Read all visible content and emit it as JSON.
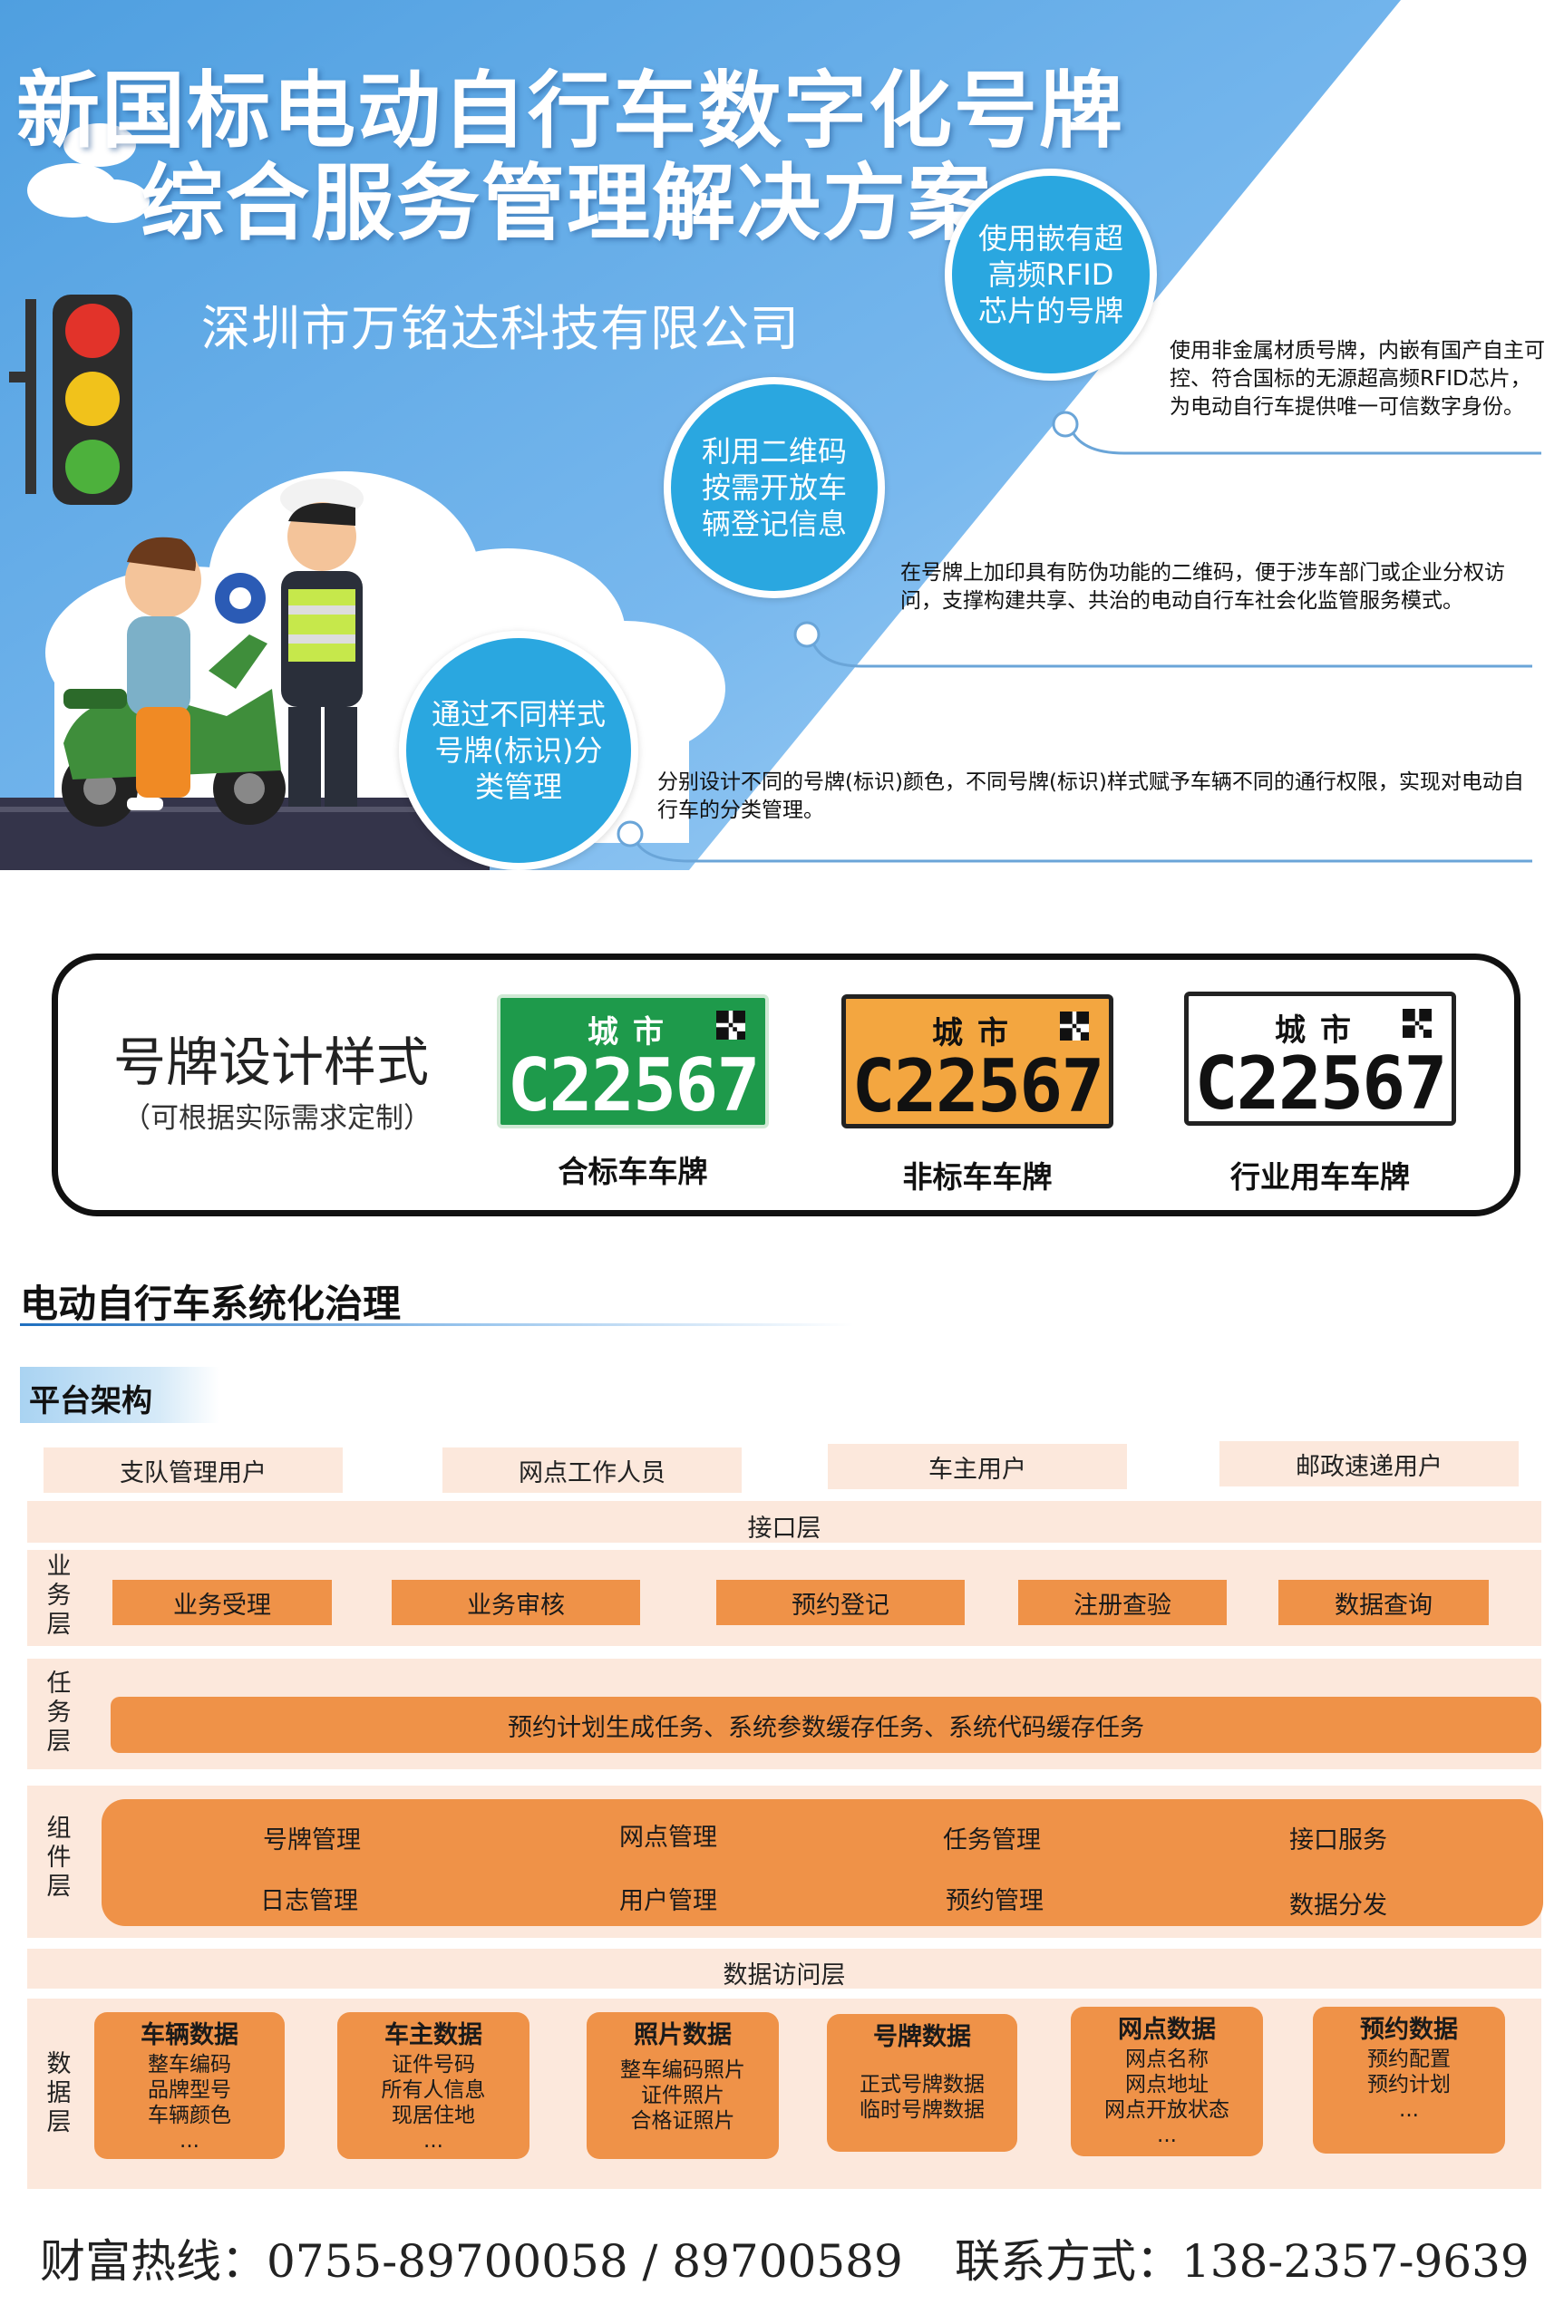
{
  "hero": {
    "title_line1": "新国标电动自行车数字化号牌",
    "title_line2": "综合服务管理解决方案",
    "company": "深圳市万铭达科技有限公司",
    "features": [
      {
        "circle": "使用嵌有超高频RFID芯片的号牌",
        "desc": "使用非金属材质号牌，内嵌有国产自主可控、符合国标的无源超高频RFID芯片，为电动自行车提供唯一可信数字身份。"
      },
      {
        "circle": "利用二维码按需开放车辆登记信息",
        "desc": "在号牌上加印具有防伪功能的二维码，便于涉车部门或企业分权访问，支撑构建共享、共治的电动自行车社会化监管服务模式。"
      },
      {
        "circle": "通过不同样式号牌(标识)分类管理",
        "desc": "分别设计不同的号牌(标识)颜色，不同号牌(标识)样式赋予车辆不同的通行权限，实现对电动自行车的分类管理。"
      }
    ]
  },
  "plates": {
    "heading": "号牌设计样式",
    "subheading": "（可根据实际需求定制）",
    "items": [
      {
        "city": "城市",
        "number": "C22567",
        "label": "合标车车牌",
        "bg": "#1e9a4b",
        "fg": "#ffffff"
      },
      {
        "city": "城市",
        "number": "C22567",
        "label": "非标车车牌",
        "bg": "#f3a640",
        "fg": "#111111"
      },
      {
        "city": "城市",
        "number": "C22567",
        "label": "行业用车车牌",
        "bg": "#ffffff",
        "fg": "#111111"
      }
    ]
  },
  "governance": {
    "title": "电动自行车系统化治理",
    "arch_tag": "平台架构",
    "users": [
      "支队管理用户",
      "网点工作人员",
      "车主用户",
      "邮政速递用户"
    ],
    "interface_layer": "接口层",
    "business": {
      "label": "业务层",
      "items": [
        "业务受理",
        "业务审核",
        "预约登记",
        "注册查验",
        "数据查询"
      ]
    },
    "task": {
      "label": "任务层",
      "text": "预约计划生成任务、系统参数缓存任务、系统代码缓存任务"
    },
    "component": {
      "label": "组件层",
      "row1": [
        "号牌管理",
        "网点管理",
        "任务管理",
        "接口服务"
      ],
      "row2": [
        "日志管理",
        "用户管理",
        "预约管理",
        "数据分发"
      ]
    },
    "data_access_layer": "数据访问层",
    "data": {
      "label": "数据层",
      "cards": [
        {
          "title": "车辆数据",
          "lines": [
            "整车编码",
            "品牌型号",
            "车辆颜色",
            "..."
          ]
        },
        {
          "title": "车主数据",
          "lines": [
            "证件号码",
            "所有人信息",
            "现居住地",
            "..."
          ]
        },
        {
          "title": "照片数据",
          "lines": [
            "整车编码照片",
            "证件照片",
            "合格证照片"
          ]
        },
        {
          "title": "号牌数据",
          "lines": [
            "正式号牌数据",
            "临时号牌数据"
          ]
        },
        {
          "title": "网点数据",
          "lines": [
            "网点名称",
            "网点地址",
            "网点开放状态",
            "..."
          ]
        },
        {
          "title": "预约数据",
          "lines": [
            "预约配置",
            "预约计划",
            "..."
          ]
        }
      ]
    }
  },
  "footer": {
    "hotline": "财富热线：0755-89700058 / 89700589",
    "contact": "联系方式：138-2357-9639"
  },
  "colors": {
    "sky_blue": "#5aa9e6",
    "circle_blue": "#2aa7e0",
    "band_peach": "#fce8dc",
    "box_orange": "#ef9248"
  },
  "icons": [
    "traffic-light-icon",
    "cloud-icon",
    "qr-code-icon"
  ]
}
